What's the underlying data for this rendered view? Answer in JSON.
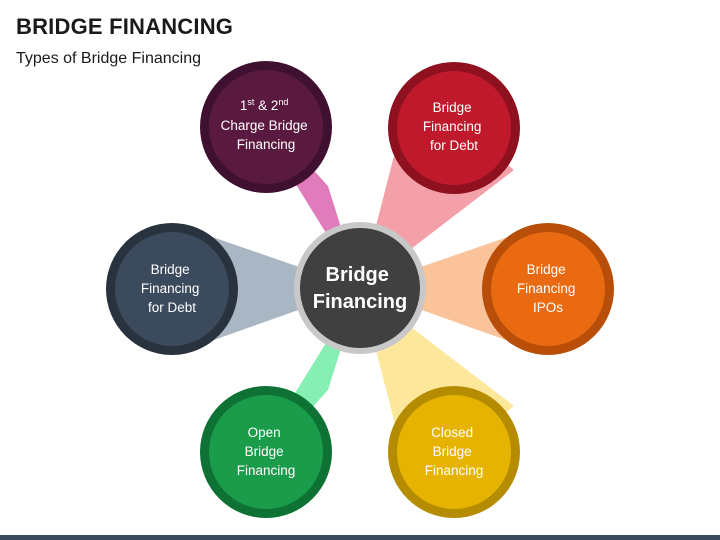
{
  "header": {
    "title": "BRIDGE FINANCING",
    "subtitle": "Types of Bridge Financing"
  },
  "center": {
    "line1": "Bridge",
    "line2": "Financing",
    "fill": "#404040",
    "ring": "#c8c8c8"
  },
  "nodes": [
    {
      "id": "charge",
      "lines": [
        "Charge Bridge",
        "Financing"
      ],
      "first_line": {
        "a": "1",
        "a_sup": "st",
        "mid": " & 2",
        "b_sup": "nd"
      },
      "fill": "#5a1a40",
      "ring": "#3f1030",
      "ray": "#e07cbb"
    },
    {
      "id": "debt-top",
      "lines": [
        "Bridge",
        "Financing",
        "for Debt"
      ],
      "fill": "#c0192c",
      "ring": "#8f111f",
      "ray": "#f4a0a8"
    },
    {
      "id": "ipos",
      "lines": [
        "Bridge",
        "Financing",
        "IPOs"
      ],
      "fill": "#ea6a12",
      "ring": "#b84e08",
      "ray": "#fbc39a"
    },
    {
      "id": "closed",
      "lines": [
        "Closed",
        "Bridge",
        "Financing"
      ],
      "fill": "#e6b400",
      "ring": "#b58c00",
      "ray": "#fde79a"
    },
    {
      "id": "open",
      "lines": [
        "Open",
        "Bridge",
        "Financing"
      ],
      "fill": "#1a9c4a",
      "ring": "#0f7235",
      "ray": "#86efb4"
    },
    {
      "id": "debt-left",
      "lines": [
        "Bridge",
        "Financing",
        "for Debt"
      ],
      "fill": "#3b4a5c",
      "ring": "#28333f",
      "ray": "#a9b6c4"
    }
  ],
  "colors": {
    "footer_bar": "#3b4a5c"
  }
}
